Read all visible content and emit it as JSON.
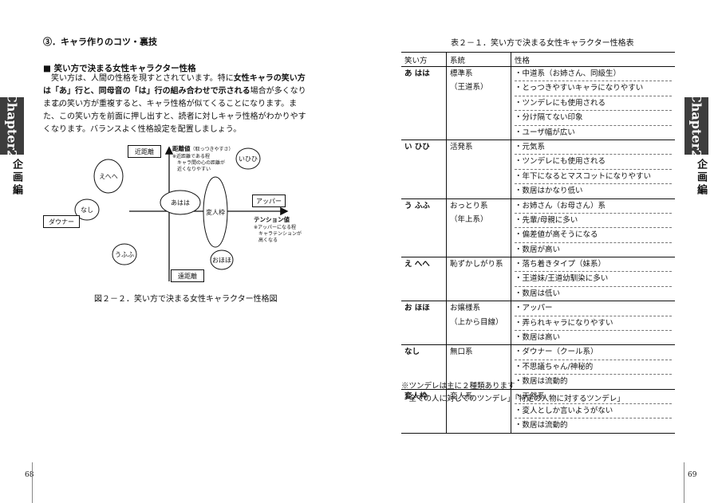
{
  "left_page": {
    "section_heading": "③．キャラ作りのコツ・裏技",
    "subheading": "■ 笑い方で決まる女性キャラクター性格",
    "para1": {
      "a": "笑い方は、人間の性格を現すとされています。特に",
      "b": "女性キャラの笑い方は「あ」行と、同母音の「は」行の組み合わせで示される",
      "c": "場合が多くなります。"
    },
    "para2": "この笑い方が重複すると、キャラ性格が似てくることになります。また、この笑い方を前面に押し出すと、読者に対しキャラ性格がわかりやすくなります。バランスよく性格設定を配置しましょう。",
    "figure_caption": "図２－２．笑い方で決まる女性キャラクター性格図",
    "folio": "68",
    "diagram": {
      "near": "近距離",
      "far": "遠距離",
      "upper": "アッパー",
      "downer": "ダウナー",
      "distance_title": "距離値",
      "distance_sub": "（取っつきやすさ）",
      "distance_note1": "※近距離である程",
      "distance_note2": "キャラ間の心の距離が",
      "distance_note3": "近くなりやすい",
      "tension_title": "テンション値",
      "tension_note1": "※アッパーになる程",
      "tension_note2": "キャラテンションが",
      "tension_note3": "高くなる",
      "laughs": {
        "ehehe": "えへへ",
        "ihihi": "いひひ",
        "ahaha": "あはは",
        "nashi": "なし",
        "henjin": "変人枠",
        "ufufu": "うふふ",
        "ohoho": "おほほ"
      }
    }
  },
  "chapter_tab": {
    "label": "Chapter2",
    "sub": "企画編"
  },
  "right_page": {
    "table_caption": "表２－１．笑い方で決まる女性キャラクター性格表",
    "headers": [
      "笑い方",
      "系統",
      "性格"
    ],
    "rows": [
      {
        "name": "あ はは",
        "system": [
          "標準系",
          "（王道系）"
        ],
        "traits": [
          "・中道系（お姉さん、同級生）",
          "・とっつきやすいキャラになりやすい",
          "・ツンデレにも使用される",
          "・分け隔てない印象",
          "・ユーザ幅が広い"
        ]
      },
      {
        "name": "い ひひ",
        "system": [
          "活発系"
        ],
        "traits": [
          "・元気系",
          "・ツンデレにも使用される",
          "・年下になるとマスコットになりやすい",
          "・数居はかなり低い"
        ]
      },
      {
        "name": "う ふふ",
        "system": [
          "おっとり系",
          "（年上系）"
        ],
        "traits": [
          "・お姉さん（お母さん）系",
          "・先輩/母親に多い",
          "・偏差値が高そうになる",
          "・数居が高い"
        ]
      },
      {
        "name": "え へへ",
        "system": [
          "恥ずかしがり系"
        ],
        "traits": [
          "・落ち着きタイプ（妹系）",
          "・王道妹/王道幼馴染に多い",
          "・数居は低い"
        ]
      },
      {
        "name": "お ほほ",
        "system": [
          "お嬢様系",
          "（上から目線）"
        ],
        "traits": [
          "・アッパー",
          "・弄られキャラになりやすい",
          "・数居は高い"
        ]
      },
      {
        "name": "なし",
        "system": [
          "無口系"
        ],
        "traits": [
          "・ダウナー（クール系）",
          "・不思議ちゃん/神秘的",
          "・数居は流動的"
        ]
      },
      {
        "name": "変人枠",
        "system": [
          "変人系"
        ],
        "traits": [
          "・天然系",
          "・変人としか言いようがない",
          "・数居は流動的"
        ]
      }
    ],
    "note1": "※ツンデレは主に２種類あります",
    "note2": "「全ての人に対してのツンデレ」「特定の人物に対するツンデレ」",
    "folio": "69"
  }
}
